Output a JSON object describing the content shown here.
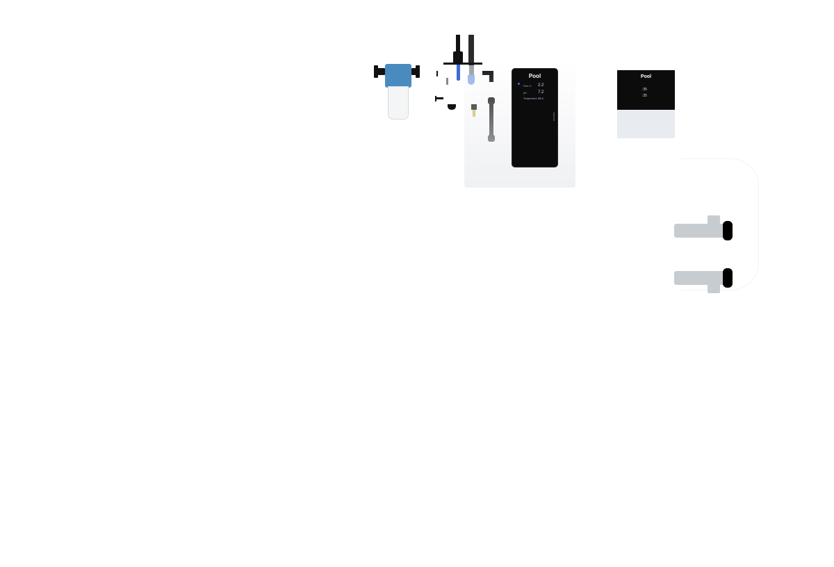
{
  "controller": {
    "brand": "Pool",
    "rows": [
      {
        "label": "Free Cl",
        "value": "2.2"
      },
      {
        "label": "pH",
        "value": "7.2"
      },
      {
        "label": "Temperature",
        "value": "25.4"
      }
    ],
    "side_label": "SmartBox"
  },
  "small_controller": {
    "brand": "Pool",
    "lines": [
      ":35",
      ":25"
    ]
  },
  "colors": {
    "filter_cap": "#4a8bbf",
    "device_body": "#0c0c0c",
    "fitting_gray": "#c7ccd1",
    "probe_blue": "#3d6bd1"
  }
}
